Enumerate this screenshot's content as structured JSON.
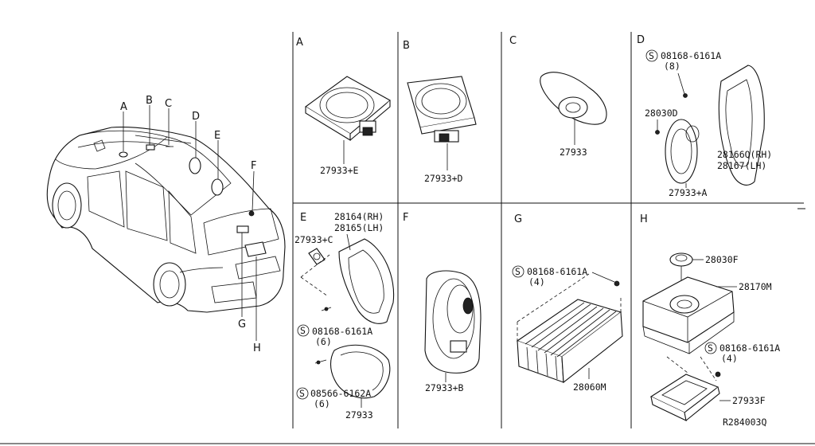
{
  "diagram_code": "R284003Q",
  "car_markers": [
    "A",
    "B",
    "C",
    "D",
    "E",
    "F",
    "G",
    "H"
  ],
  "sections": {
    "A": {
      "letter": "A",
      "parts": [
        "27933+E"
      ]
    },
    "B": {
      "letter": "B",
      "parts": [
        "27933+D"
      ]
    },
    "C": {
      "letter": "C",
      "parts": [
        "27933"
      ]
    },
    "D": {
      "letter": "D",
      "parts": [
        "08168-6161A",
        "(8)",
        "28030D",
        "28166Q(RH)",
        "28167(LH)",
        "27933+A"
      ]
    },
    "E": {
      "letter": "E",
      "parts": [
        "28164(RH)",
        "28165(LH)",
        "27933+C",
        "08168-6161A",
        "(6)",
        "08566-6162A",
        "(6)",
        "27933"
      ]
    },
    "F": {
      "letter": "F",
      "parts": [
        "27933+B"
      ]
    },
    "G": {
      "letter": "G",
      "parts": [
        "08168-6161A",
        "(4)",
        "28060M"
      ]
    },
    "H": {
      "letter": "H",
      "parts": [
        "28030F",
        "28170M",
        "08168-6161A",
        "(4)",
        "27933F"
      ]
    }
  },
  "symbols": {
    "s_marker": "S"
  }
}
